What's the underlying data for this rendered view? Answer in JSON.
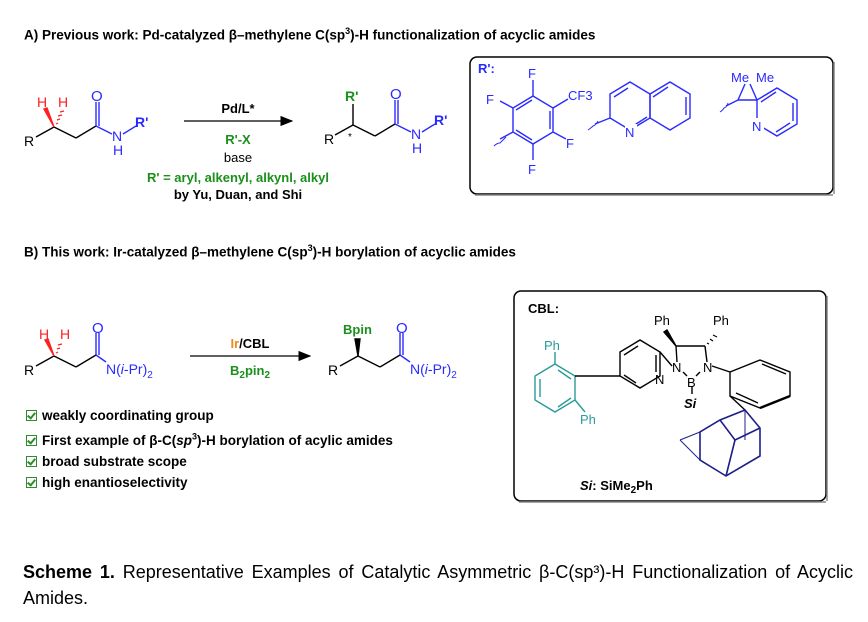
{
  "section_a": {
    "header_prefix": "A) Previous work: Pd-catalyzed β–methylene C(sp",
    "header_sup": "3",
    "header_suffix": ")-H functionalization of acyclic amides",
    "substrate": {
      "r": "R",
      "h1": "H",
      "h2": "H",
      "o": "O",
      "n": "N",
      "nh": "H",
      "rprime": "R'"
    },
    "arrow_top": "Pd/L*",
    "arrow_reagent": "R'-X",
    "arrow_base": "base",
    "product": {
      "r": "R",
      "rprime_top": "R'",
      "star": "*",
      "o": "O",
      "n": "N",
      "nh": "H",
      "rprime": "R'"
    },
    "scope_text": "R' = aryl, alkenyl, alkynl, alkyl",
    "credit_text": "by Yu, Duan, and Shi",
    "rprime_box": {
      "label": "R':",
      "aryl_f_top": "F",
      "aryl_f_left": "F",
      "aryl_cf3": "CF3",
      "aryl_f_right": "F",
      "aryl_f_bottom": "F",
      "quinoline_n": "N",
      "pyridyl_me1": "Me",
      "pyridyl_me2": "Me",
      "pyridyl_n": "N"
    }
  },
  "section_b": {
    "header_prefix": "B) This work:  Ir-catalyzed β–methylene C(sp",
    "header_sup": "3",
    "header_suffix": ")-H borylation of acyclic amides",
    "substrate": {
      "r": "R",
      "h1": "H",
      "h2": "H",
      "o": "O",
      "amide": "N(i-Pr)2"
    },
    "arrow_metal": "Ir",
    "arrow_ligand": "/CBL",
    "arrow_reagent": "B2pin2",
    "product": {
      "r": "R",
      "bpin": "Bpin",
      "o": "O",
      "amide": "N(i-Pr)2"
    },
    "features": [
      "weakly coordinating group",
      "First example of β-C(sp3)-H borylation of acylic amides",
      "broad substrate scope",
      "high enantioselectivity"
    ],
    "cbl_box": {
      "label": "CBL:",
      "ph_top_left": "Ph",
      "ph_top_right": "Ph",
      "ph_teal_top": "Ph",
      "ph_teal_bottom": "Ph",
      "n_pyridine": "N",
      "n_left": "N",
      "n_right": "N",
      "boron": "B",
      "si": "Si",
      "footnote_si": "Si",
      "footnote_rest": ": SiMe2Ph"
    }
  },
  "caption": {
    "label": "Scheme 1.",
    "text": " Representative Examples of Catalytic Asymmetric β-C(sp³)-H Functionalization of Acyclic Amides."
  },
  "colors": {
    "red": "#ff2020",
    "blue": "#2a2aff",
    "green": "#1a8f1a",
    "orange": "#f08c1e",
    "teal": "#2a9a9a",
    "navy": "#1c1f8a",
    "black": "#000000"
  }
}
